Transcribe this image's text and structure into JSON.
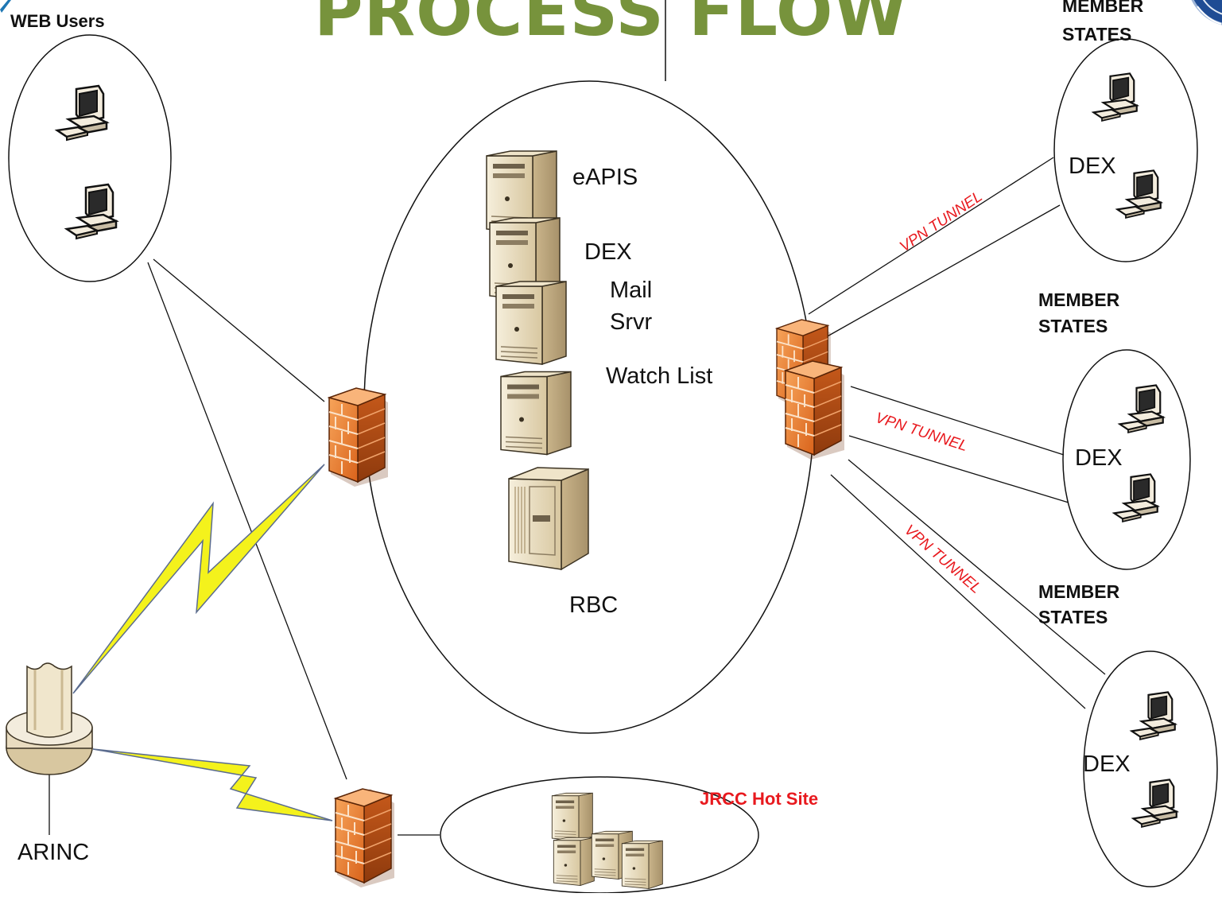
{
  "title": "PROCESS FLOW",
  "labels": {
    "web_users": "WEB Users",
    "eapis": "eAPIS",
    "dex_center": "DEX",
    "mail": "Mail",
    "srvr": "Srvr",
    "watch_list": "Watch List",
    "rbc": "RBC",
    "member_states": [
      "MEMBER",
      "STATES"
    ],
    "dex_member": "DEX",
    "vpn_tunnel": "VPN TUNNEL",
    "jrcc_hot_site": "JRCC Hot Site",
    "arinc": "ARINC"
  },
  "icons": [
    "computer-icon",
    "server-icon",
    "firewall-icon",
    "mainframe-icon",
    "antenna-icon",
    "lightning-link-icon",
    "logo-seal"
  ],
  "colors": {
    "title": "#77933c",
    "red_text": "#e8191e",
    "firewall": "#f0862e",
    "server": "#e9dcc0",
    "lightning": "#f4f21c"
  }
}
